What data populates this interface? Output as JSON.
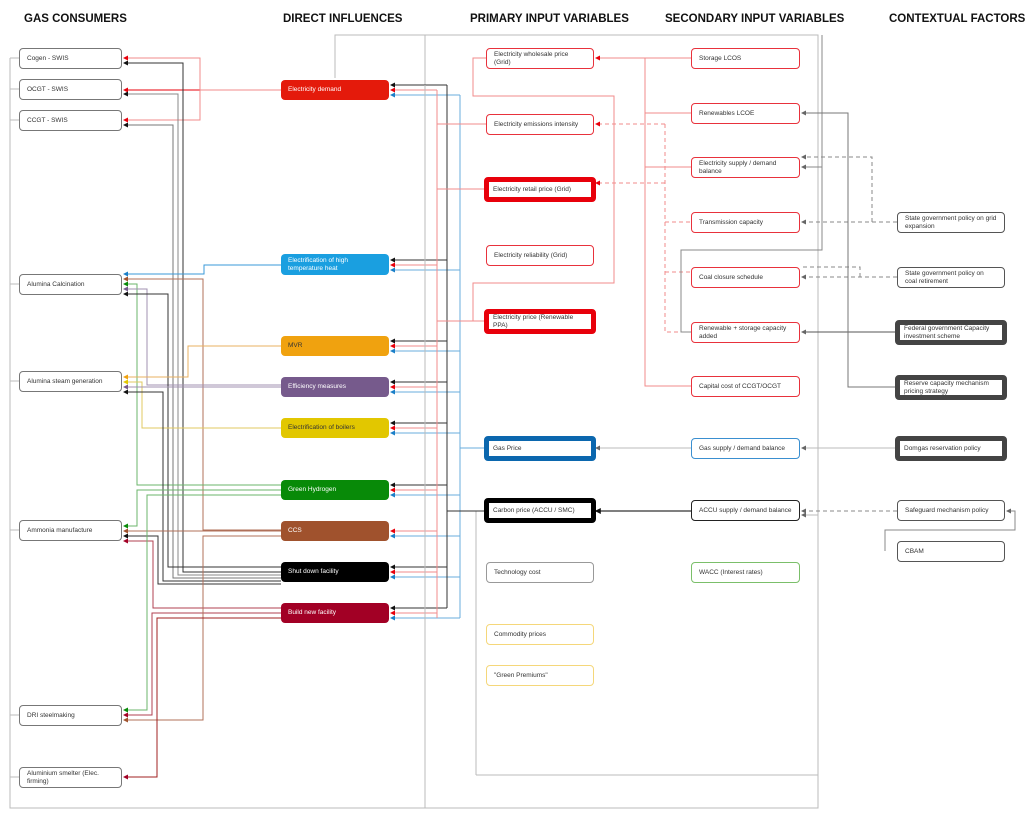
{
  "headers": {
    "gas_consumers": "GAS CONSUMERS",
    "direct_influences": "DIRECT INFLUENCES",
    "primary_input_variables": "PRIMARY INPUT VARIABLES",
    "secondary_input_variables": "SECONDARY INPUT VARIABLES",
    "contextual_factors": "CONTEXTUAL FACTORS"
  },
  "gas_consumers": [
    {
      "id": "cogen",
      "label": "Cogen - SWIS"
    },
    {
      "id": "ocgt",
      "label": "OCGT - SWIS"
    },
    {
      "id": "ccgt",
      "label": "CCGT - SWIS"
    },
    {
      "id": "alumina_calc",
      "label": "Alumina Calcination"
    },
    {
      "id": "alumina_steam",
      "label": "Alumina steam generation"
    },
    {
      "id": "ammonia",
      "label": "Ammonia manufacture"
    },
    {
      "id": "dri",
      "label": "DRI steelmaking"
    },
    {
      "id": "aluminium",
      "label": "Aluminium smelter (Elec. firming)"
    }
  ],
  "direct_influences": [
    {
      "id": "elec_demand",
      "label": "Electricity demand",
      "color": "#e41a0b"
    },
    {
      "id": "elec_heat",
      "label": "Electrification of high temperature heat",
      "color": "#1a9fe0"
    },
    {
      "id": "mvr",
      "label": "MVR",
      "color": "#f0a20f"
    },
    {
      "id": "efficiency",
      "label": "Efficiency measures",
      "color": "#765a8c"
    },
    {
      "id": "elec_boilers",
      "label": "Electrification of boilers",
      "color": "#e2c700"
    },
    {
      "id": "green_h2",
      "label": "Green Hydrogen",
      "color": "#088a08"
    },
    {
      "id": "ccs",
      "label": "CCS",
      "color": "#a0522d"
    },
    {
      "id": "shutdown",
      "label": "Shut down facility",
      "color": "#000000"
    },
    {
      "id": "build_new",
      "label": "Build new facility",
      "color": "#a20025"
    }
  ],
  "primary_inputs": [
    {
      "id": "wholesale",
      "label": "Electricity wholesale price (Grid)",
      "style": "red"
    },
    {
      "id": "emissions",
      "label": "Electricity emissions intensity",
      "style": "red"
    },
    {
      "id": "retail",
      "label": "Electricity retail price (Grid)",
      "style": "red-thick"
    },
    {
      "id": "reliability",
      "label": "Electricity reliability (Grid)",
      "style": "red"
    },
    {
      "id": "ppa",
      "label": "Electricity price (Renewable PPA)",
      "style": "red-thick"
    },
    {
      "id": "gas_price",
      "label": "Gas Price",
      "style": "blue-thick"
    },
    {
      "id": "carbon",
      "label": "Carbon price (ACCU / SMC)",
      "style": "black-thick"
    },
    {
      "id": "tech_cost",
      "label": "Technology cost",
      "style": "grey"
    },
    {
      "id": "commodity",
      "label": "Commodity prices",
      "style": "yellow"
    },
    {
      "id": "green_prem",
      "label": "\"Green Premiums\"",
      "style": "yellow"
    }
  ],
  "secondary_inputs": [
    {
      "id": "lcos",
      "label": "Storage LCOS",
      "style": "red"
    },
    {
      "id": "lcoe",
      "label": "Renewables LCOE",
      "style": "red"
    },
    {
      "id": "supply_bal",
      "label": "Electricity supply / demand balance",
      "style": "red"
    },
    {
      "id": "transmission",
      "label": "Transmission capacity",
      "style": "red"
    },
    {
      "id": "coal_closure",
      "label": "Coal closure schedule",
      "style": "red"
    },
    {
      "id": "ren_storage",
      "label": "Renewable + storage capacity added",
      "style": "red"
    },
    {
      "id": "capex_gt",
      "label": "Capital cost of CCGT/OCGT",
      "style": "red"
    },
    {
      "id": "gas_bal",
      "label": "Gas supply / demand balance",
      "style": "blue"
    },
    {
      "id": "accu_bal",
      "label": "ACCU supply / demand balance",
      "style": "black"
    },
    {
      "id": "wacc",
      "label": "WACC (Interest rates)",
      "style": "green"
    }
  ],
  "contextual_factors": [
    {
      "id": "grid_policy",
      "label": "State government policy on grid expansion",
      "style": "ctx"
    },
    {
      "id": "coal_policy",
      "label": "State government policy on coal retirement",
      "style": "ctx"
    },
    {
      "id": "cis",
      "label": "Federal government Capacity investment scheme",
      "style": "ctx-thick"
    },
    {
      "id": "rcm",
      "label": "Reserve capacity mechanism pricing strategy",
      "style": "ctx-thick"
    },
    {
      "id": "domgas",
      "label": "Domgas reservation policy",
      "style": "ctx-thick"
    },
    {
      "id": "safeguard",
      "label": "Safeguard mechanism policy",
      "style": "ctx"
    },
    {
      "id": "cbam",
      "label": "CBAM",
      "style": "ctx"
    }
  ],
  "colors": {
    "red_link": "#f08080",
    "red_strong": "#e8000b",
    "blue_link": "#5fa8d8",
    "black_link": "#333333",
    "grey_link": "#bbbbbb"
  }
}
